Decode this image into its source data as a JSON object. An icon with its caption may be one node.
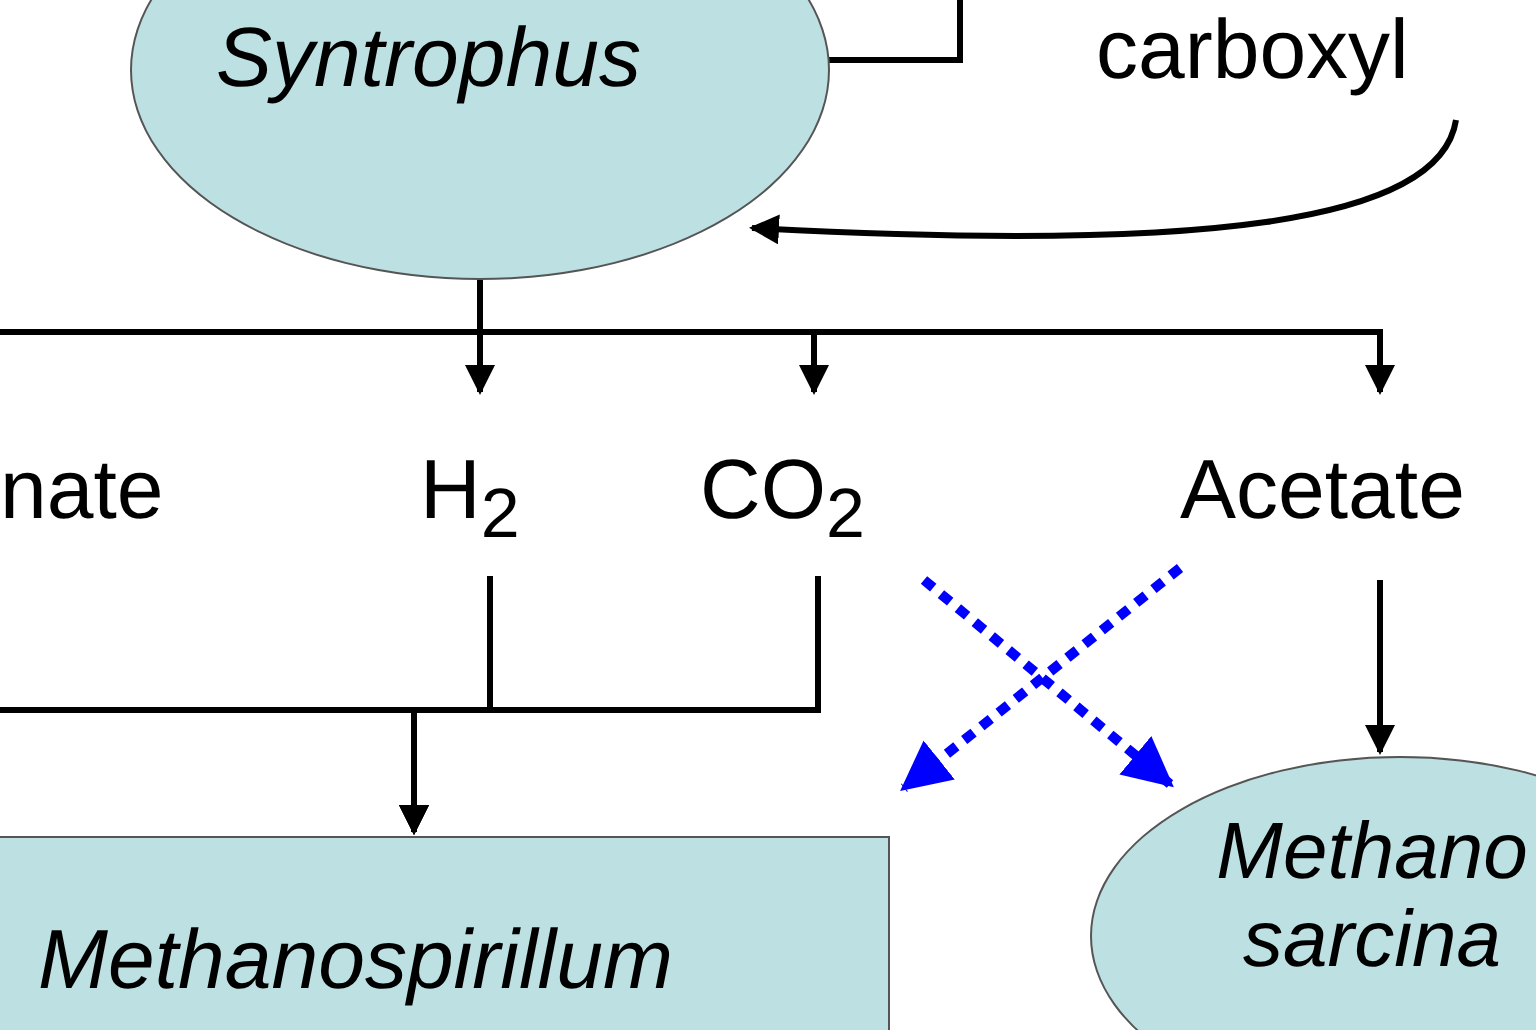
{
  "diagram": {
    "nodes": [
      {
        "text": [
          "Syntrophus"
        ]
      },
      {
        "text": [
          "carboxyl"
        ]
      },
      {
        "text": [
          "H$_{2}$"
        ]
      },
      {
        "text": [
          "CO$_{2}$"
        ]
      },
      {
        "text": [
          "Acetate"
        ]
      },
      {
        "text": [
          "Methanospirillum"
        ]
      },
      {
        "text": [
          "Methano sarcina"
        ]
      }
    ],
    "edges": [
      {
        "from": null,
        "to": 0,
        "arrow": "none"
      },
      {
        "from": 1,
        "to": 0,
        "arrow": "to"
      },
      {
        "from": 0,
        "to": null,
        "arrow": "none"
      },
      {
        "from": 0,
        "to": 2,
        "arrow": "to"
      },
      {
        "from": 0,
        "to": 3,
        "arrow": "to"
      },
      {
        "from": 0,
        "to": 4,
        "arrow": "to"
      },
      {
        "from": null,
        "to": 5,
        "arrow": "to"
      },
      {
        "from": 2,
        "to": 5,
        "arrow": "to"
      },
      {
        "from": 3,
        "to": 5,
        "arrow": "to"
      },
      {
        "from": 4,
        "to": 6,
        "arrow": "to"
      },
      {
        "from": 3,
        "to": 6,
        "arrow": "to",
        "style": "dashed",
        "color": "#0000ff"
      },
      {
        "from": 4,
        "to": 5,
        "arrow": "to",
        "style": "dashed",
        "color": "#0000ff"
      }
    ],
    "labels": [
      "nate"
    ]
  }
}
